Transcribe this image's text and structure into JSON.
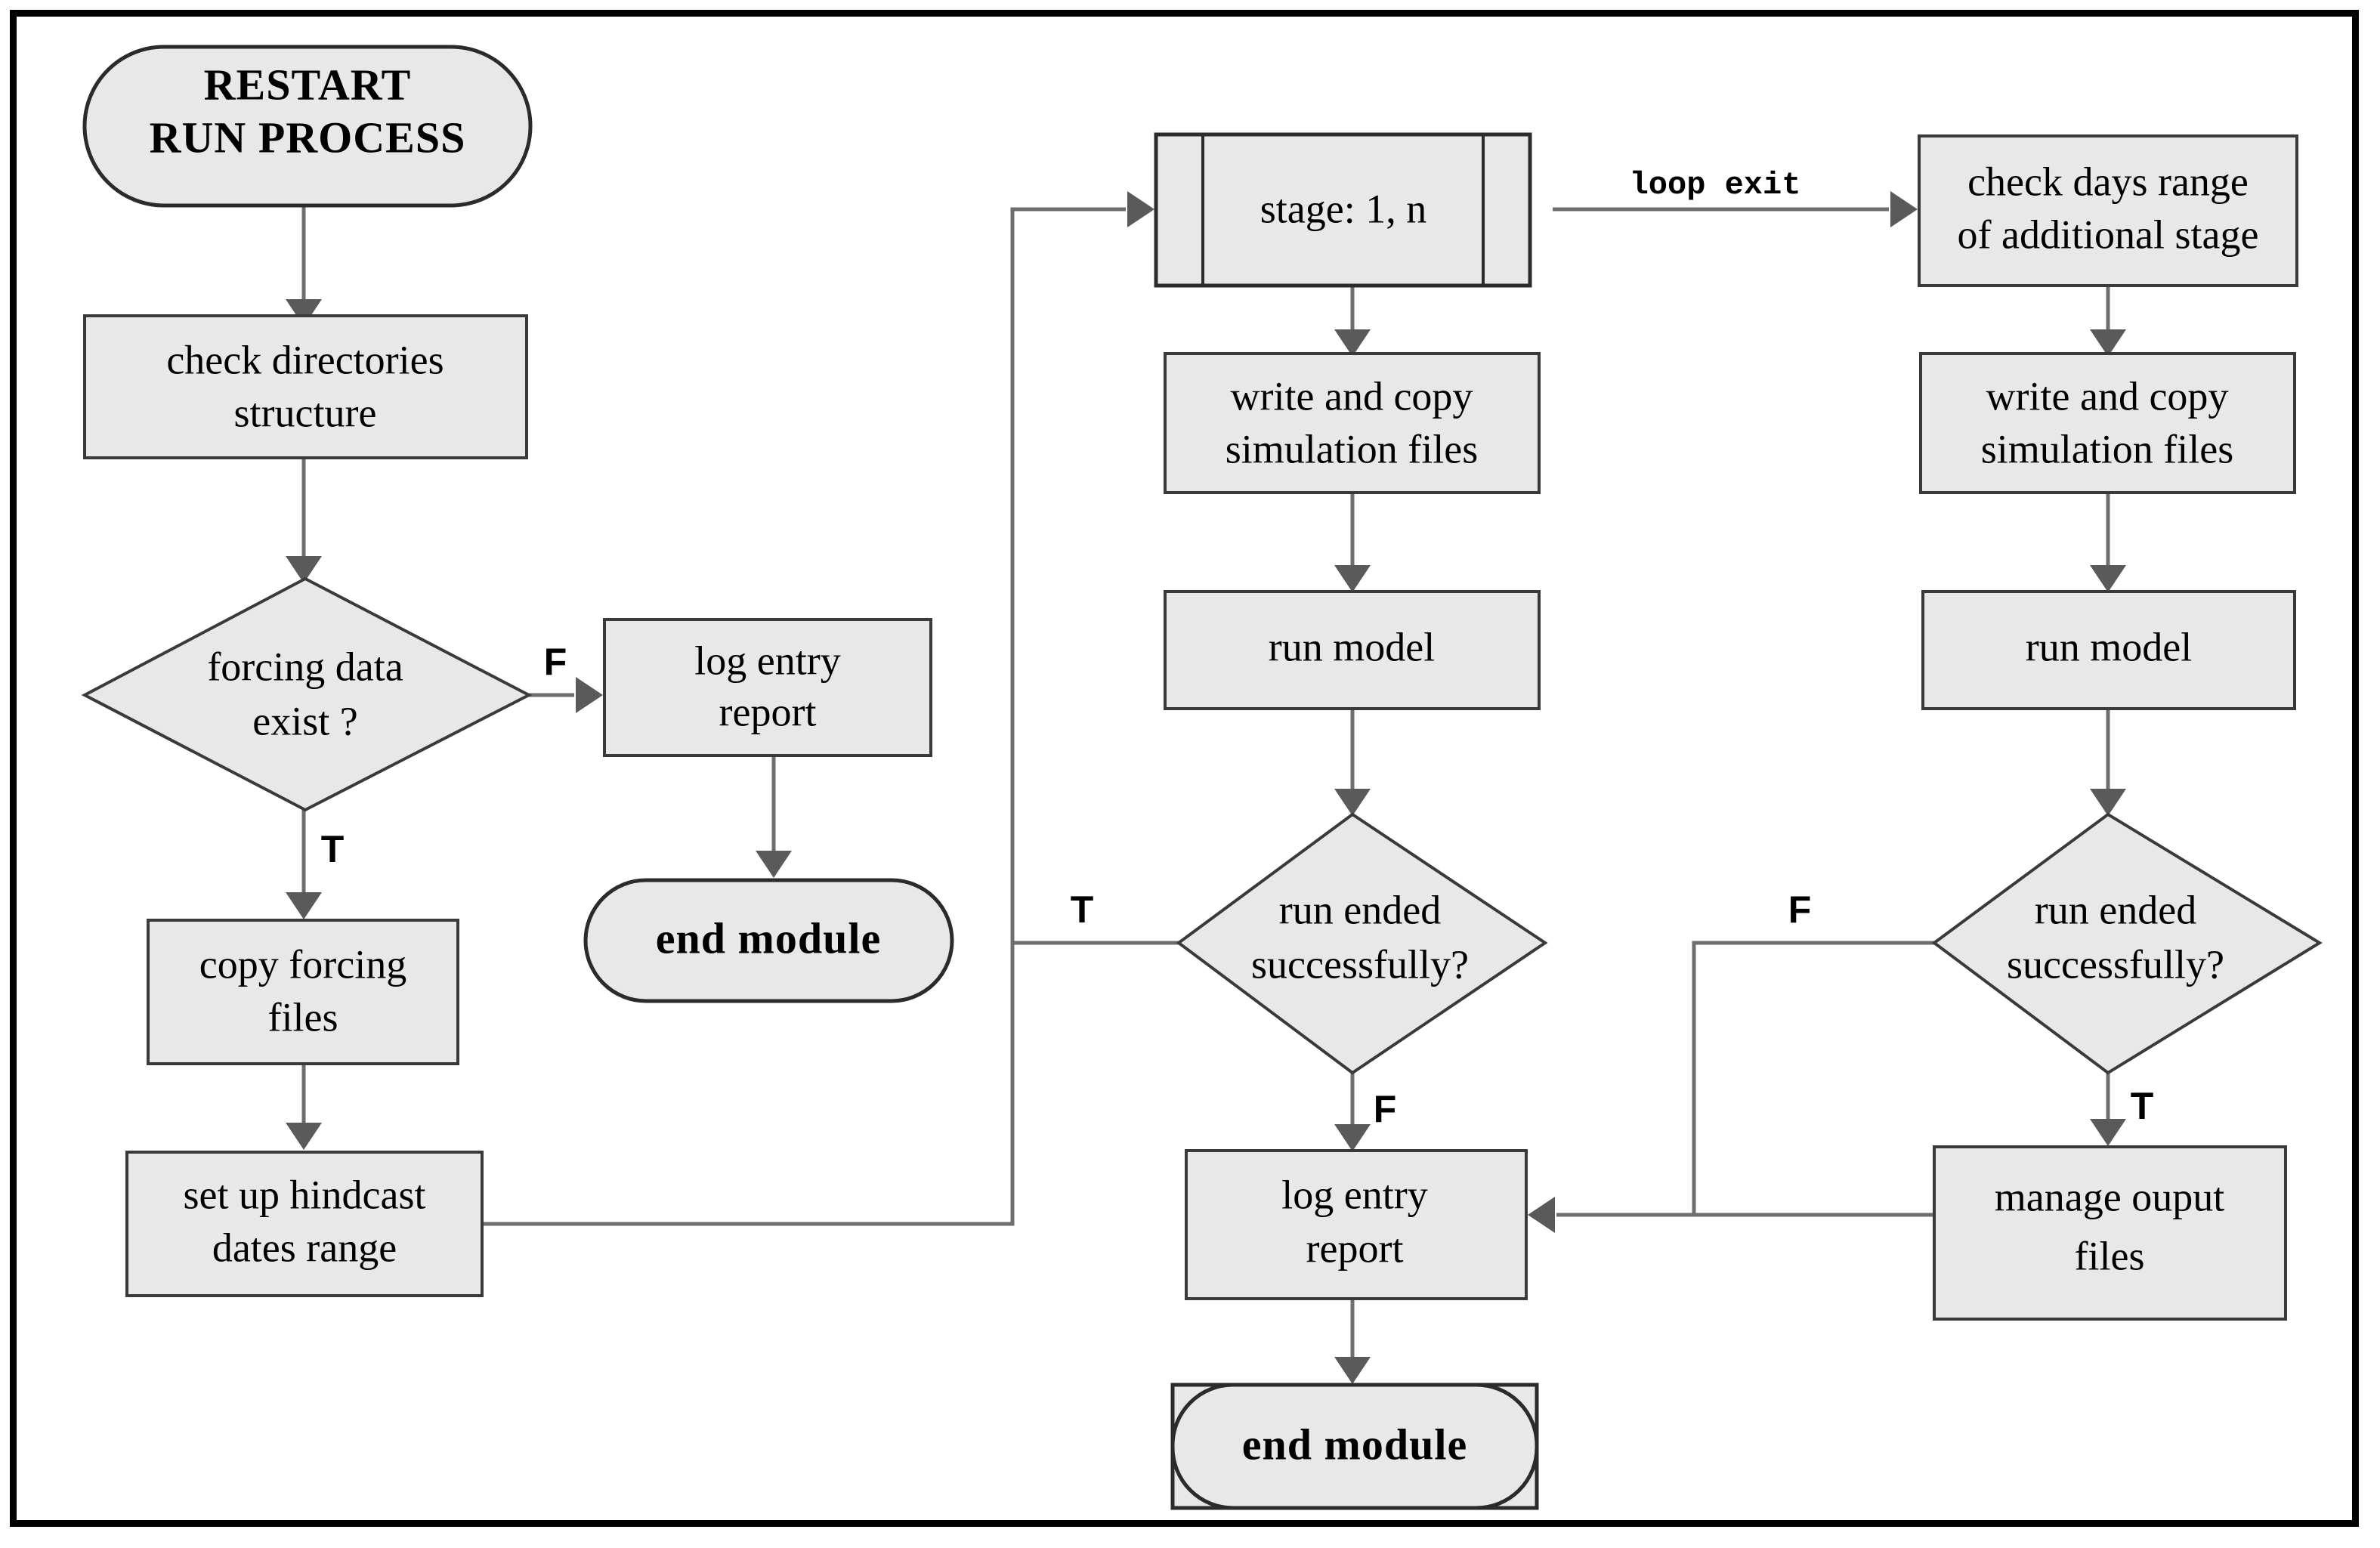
{
  "diagram": {
    "title": "RESTART RUN PROCESS flowchart",
    "frame_color": "#000000",
    "node_fill": "#e8e8e8",
    "node_stroke": "#3a3a3a",
    "connector_color": "#6e6e6e"
  },
  "nodes": {
    "start_terminal": {
      "label": "RESTART\nRUN PROCESS",
      "line1": "RESTART",
      "line2": "RUN PROCESS",
      "shape": "terminator"
    },
    "check_directories": {
      "line1": "check directories",
      "line2": "structure",
      "shape": "process"
    },
    "forcing_data_decision": {
      "line1": "forcing data",
      "line2": "exist ?",
      "shape": "decision"
    },
    "log_entry_report_left": {
      "line1": "log entry",
      "line2": "report",
      "shape": "process"
    },
    "end_module_left": {
      "label": "end module",
      "shape": "terminator"
    },
    "copy_forcing_files": {
      "line1": "copy forcing",
      "line2": "files",
      "shape": "process"
    },
    "set_up_hindcast": {
      "line1": "set up hindcast",
      "line2": "dates range",
      "shape": "process"
    },
    "stage_loop": {
      "label": "stage: 1, n",
      "shape": "loop"
    },
    "write_copy_sim_mid": {
      "line1": "write and copy",
      "line2": "simulation  files",
      "shape": "process"
    },
    "run_model_mid": {
      "label": "run model",
      "shape": "process"
    },
    "run_ended_mid": {
      "line1": "run ended",
      "line2": "successfully?",
      "shape": "decision"
    },
    "log_entry_report_mid": {
      "line1": "log entry",
      "line2": "report",
      "shape": "process"
    },
    "end_module_mid": {
      "label": "end module",
      "shape": "terminator"
    },
    "check_days_range": {
      "line1": "check days range",
      "line2": "of additional stage",
      "shape": "process"
    },
    "write_copy_sim_right": {
      "line1": "write and copy",
      "line2": "simulation  files",
      "shape": "process"
    },
    "run_model_right": {
      "label": "run model",
      "shape": "process"
    },
    "run_ended_right": {
      "line1": "run ended",
      "line2": "successfully?",
      "shape": "decision"
    },
    "manage_output_files": {
      "line1": "manage ouput",
      "line2": "files",
      "shape": "process"
    }
  },
  "edge_labels": {
    "forcing_false": "F",
    "forcing_true": "T",
    "loop_exit": "loop exit",
    "mid_run_true": "T",
    "mid_run_false": "F",
    "right_run_false": "F",
    "right_run_true": "T"
  }
}
